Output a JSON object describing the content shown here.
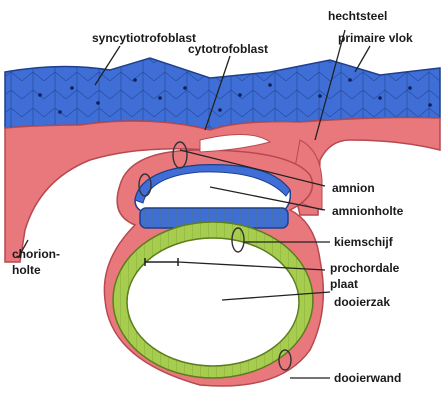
{
  "colors": {
    "trophoblast_blue": "#3f6fd6",
    "tissue_pink": "#e9787d",
    "yolk_green": "#a7cd4f",
    "outline": "#222222",
    "background": "#ffffff"
  },
  "labels": {
    "syncytiotrofoblast": "syncytiotrofoblast",
    "cytotrofoblast": "cytotrofoblast",
    "hechtsteel": "hechtsteel",
    "primaire_vlok": "primaire vlok",
    "amnion": "amnion",
    "amnionholte": "amnionholte",
    "chorionholte_line1": "chorion-",
    "chorionholte_line2": "holte",
    "kiemschijf": "kiemschijf",
    "prochordale_line1": "prochordale",
    "prochordale_line2": "plaat",
    "dooierzak": "dooierzak",
    "dooierwand": "dooierwand"
  }
}
